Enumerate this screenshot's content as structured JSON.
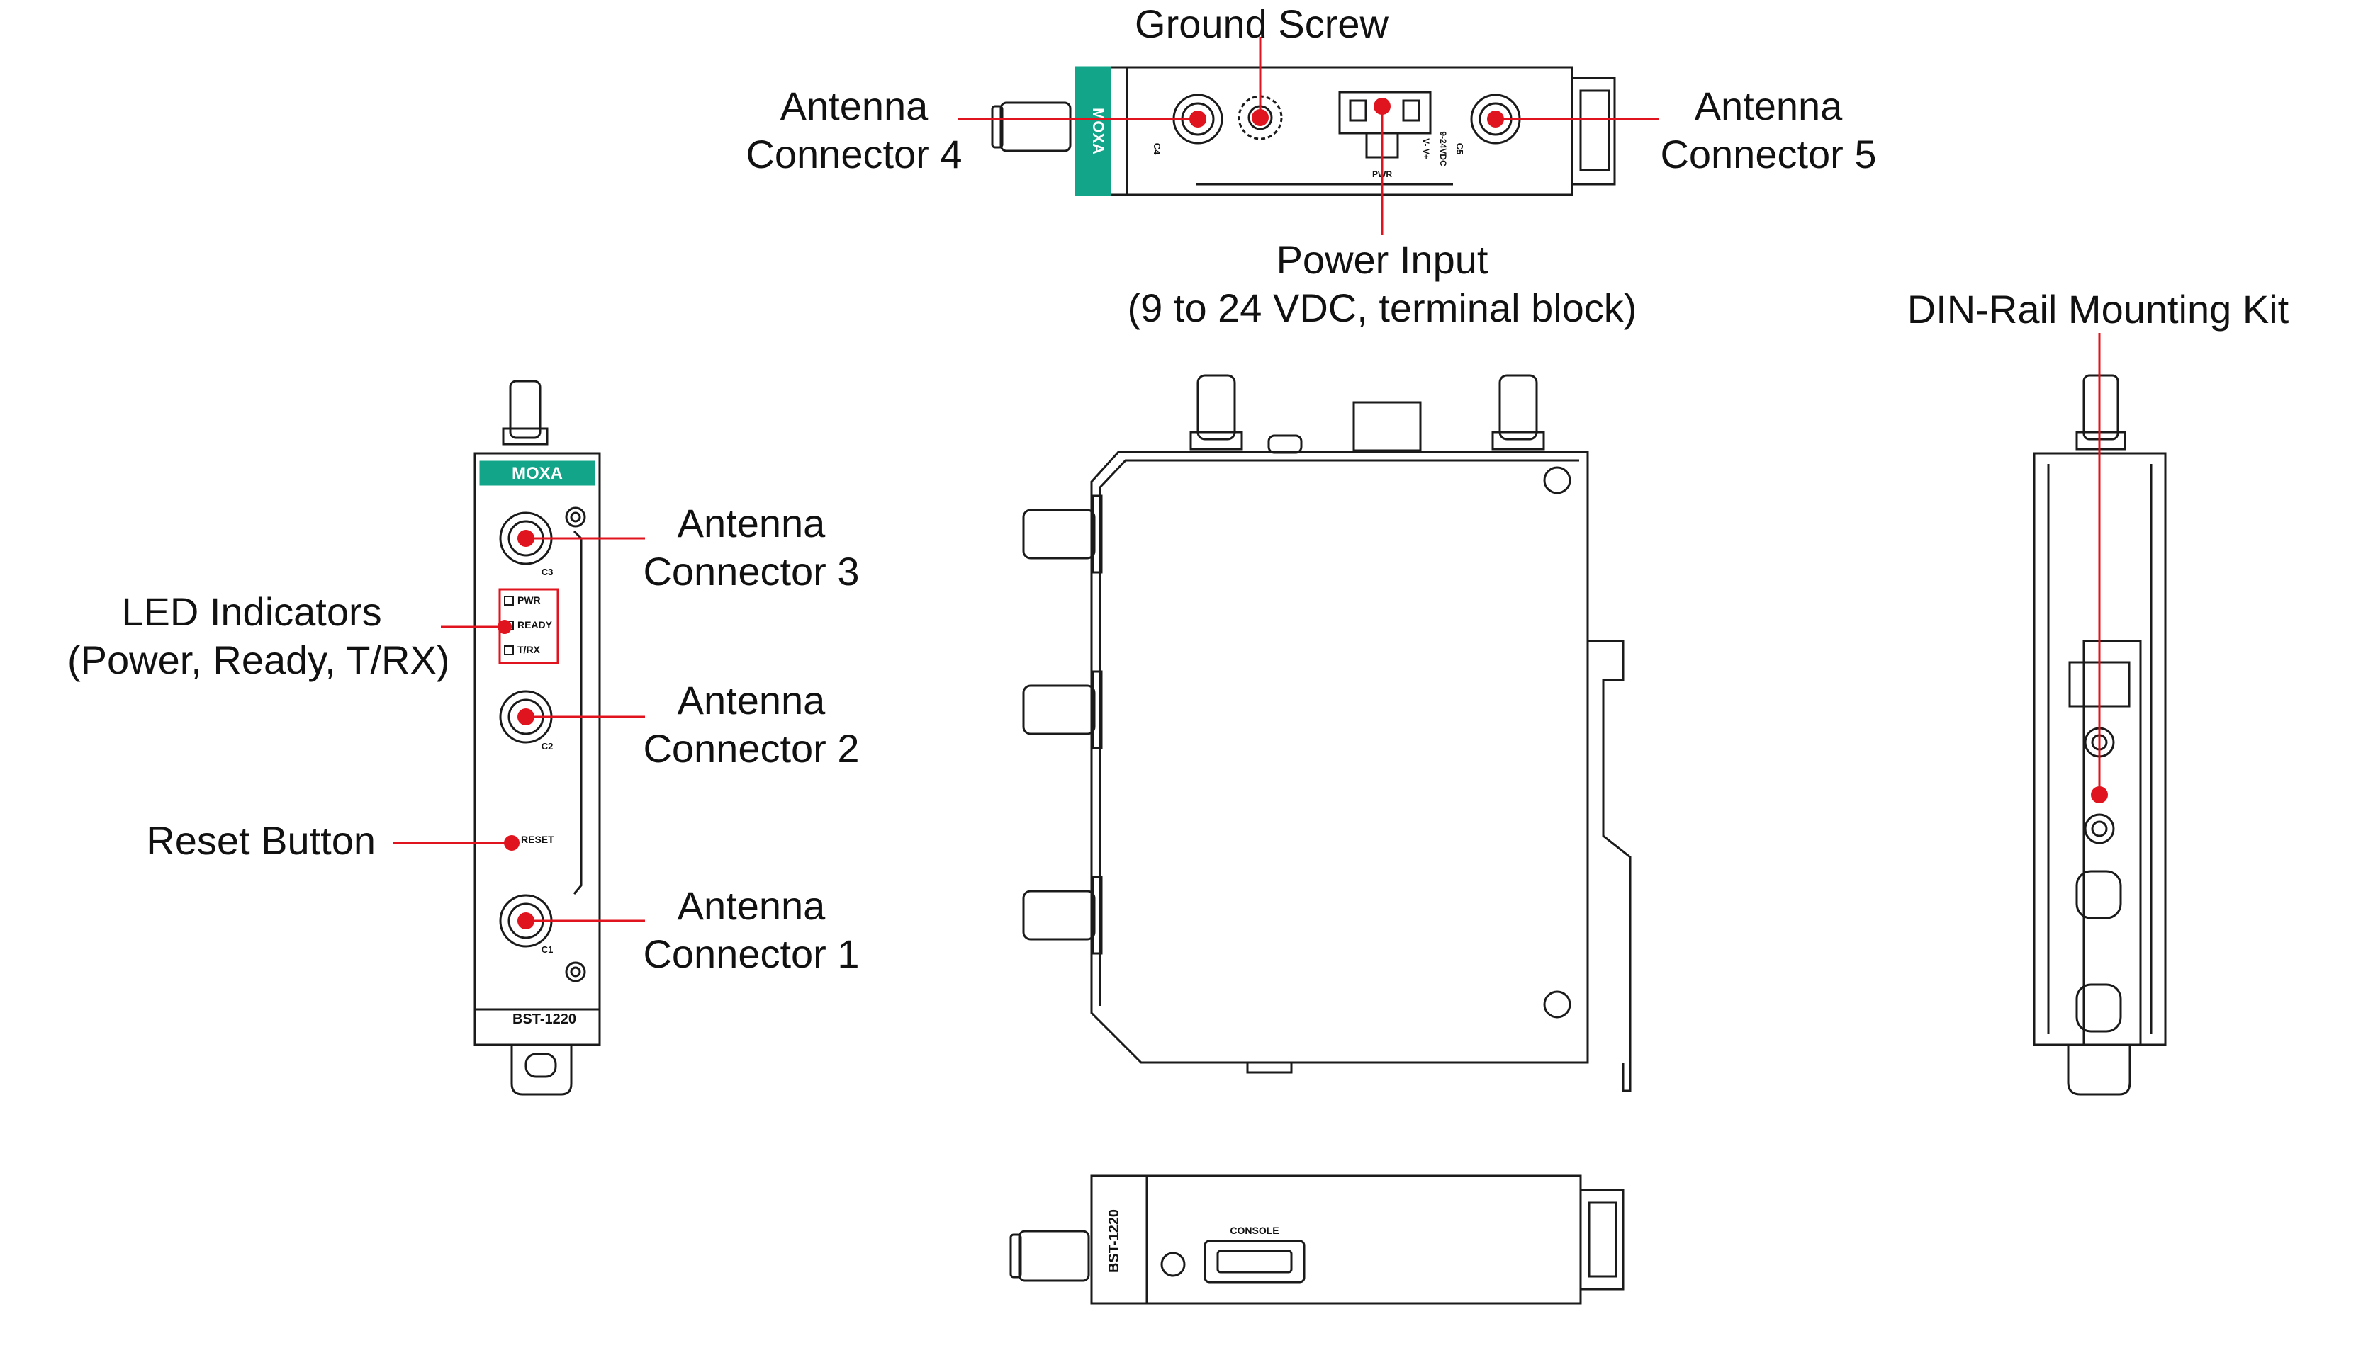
{
  "callouts": {
    "ground_screw": "Ground Screw",
    "antenna4": [
      "Antenna",
      "Connector 4"
    ],
    "antenna5": [
      "Antenna",
      "Connector 5"
    ],
    "power_input": [
      "Power Input",
      "(9 to 24 VDC, terminal block)"
    ],
    "din_rail": "DIN-Rail Mounting Kit",
    "antenna3": [
      "Antenna",
      "Connector 3"
    ],
    "led_indicators": [
      "LED Indicators",
      "(Power, Ready, T/RX)"
    ],
    "antenna2": [
      "Antenna",
      "Connector 2"
    ],
    "reset_button": "Reset Button",
    "antenna1": [
      "Antenna",
      "Connector 1"
    ]
  },
  "device_labels": {
    "brand": "MOXA",
    "model": "BST-1220",
    "led_pwr": "PWR",
    "led_ready": "READY",
    "led_trx": "T/RX",
    "reset": "RESET",
    "c1": "C1",
    "c2": "C2",
    "c3": "C3",
    "c4": "C4",
    "c5": "C5",
    "console": "CONSOLE",
    "pwr_terminal": "PWR",
    "pwr_rating": "9-24VDC",
    "pwr_pins": "V- V+"
  },
  "colors": {
    "callout_line": "#e0141e",
    "outline": "#1a1a1a",
    "brand_teal": "#12a58a"
  }
}
